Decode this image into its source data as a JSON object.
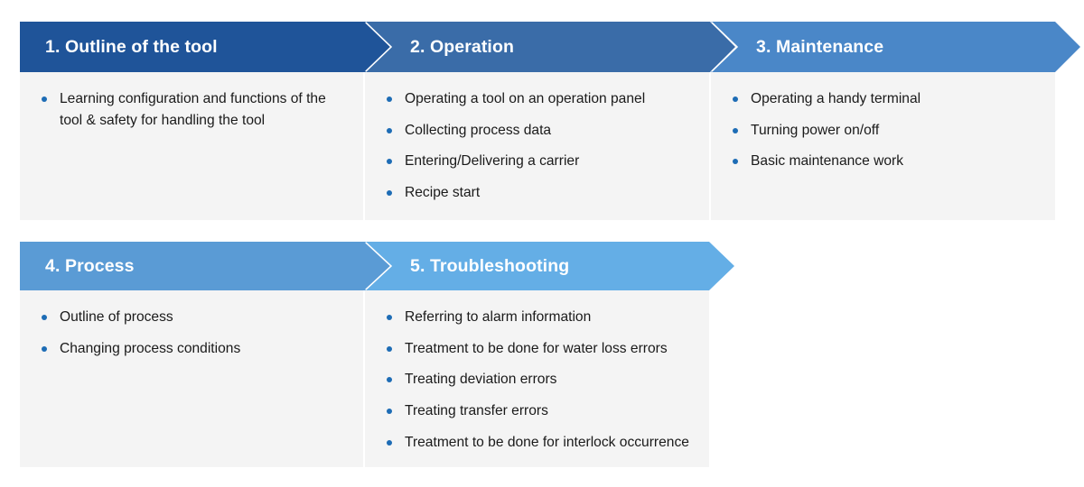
{
  "diagram": {
    "title_semantics": "training-curriculum-process-chevrons",
    "colors": {
      "step1": "#1F5499",
      "step2": "#3A6CA8",
      "step3": "#4A87C8",
      "step4": "#5A9BD5",
      "step5": "#64AEE6",
      "panel_background": "#F4F4F4",
      "bullet": "#1D6CB5",
      "header_text": "#FFFFFF",
      "body_text": "#1A1A1A",
      "page_background": "#FFFFFF"
    },
    "rows": [
      {
        "name": "row-1",
        "steps": [
          {
            "number": "1.",
            "title": "Outline of the tool",
            "header_label": "1. Outline of the tool",
            "bullets": [
              "Learning configuration and functions of the tool & safety for handling the tool"
            ]
          },
          {
            "number": "2.",
            "title": "Operation",
            "header_label": "2. Operation",
            "bullets": [
              "Operating a tool on an operation panel",
              "Collecting process data",
              "Entering/Delivering a carrier",
              "Recipe start"
            ]
          },
          {
            "number": "3.",
            "title": "Maintenance",
            "header_label": "3. Maintenance",
            "bullets": [
              "Operating a handy terminal",
              "Turning power on/off",
              "Basic maintenance work"
            ]
          }
        ]
      },
      {
        "name": "row-2",
        "steps": [
          {
            "number": "4.",
            "title": "Process",
            "header_label": "4. Process",
            "bullets": [
              "Outline of process",
              "Changing process conditions"
            ]
          },
          {
            "number": "5.",
            "title": "Troubleshooting",
            "header_label": "5. Troubleshooting",
            "bullets": [
              "Referring to alarm information",
              "Treatment to be done for water loss errors",
              "Treating deviation errors",
              "Treating transfer errors",
              "Treatment to be done for interlock occurrence"
            ]
          }
        ]
      }
    ]
  }
}
